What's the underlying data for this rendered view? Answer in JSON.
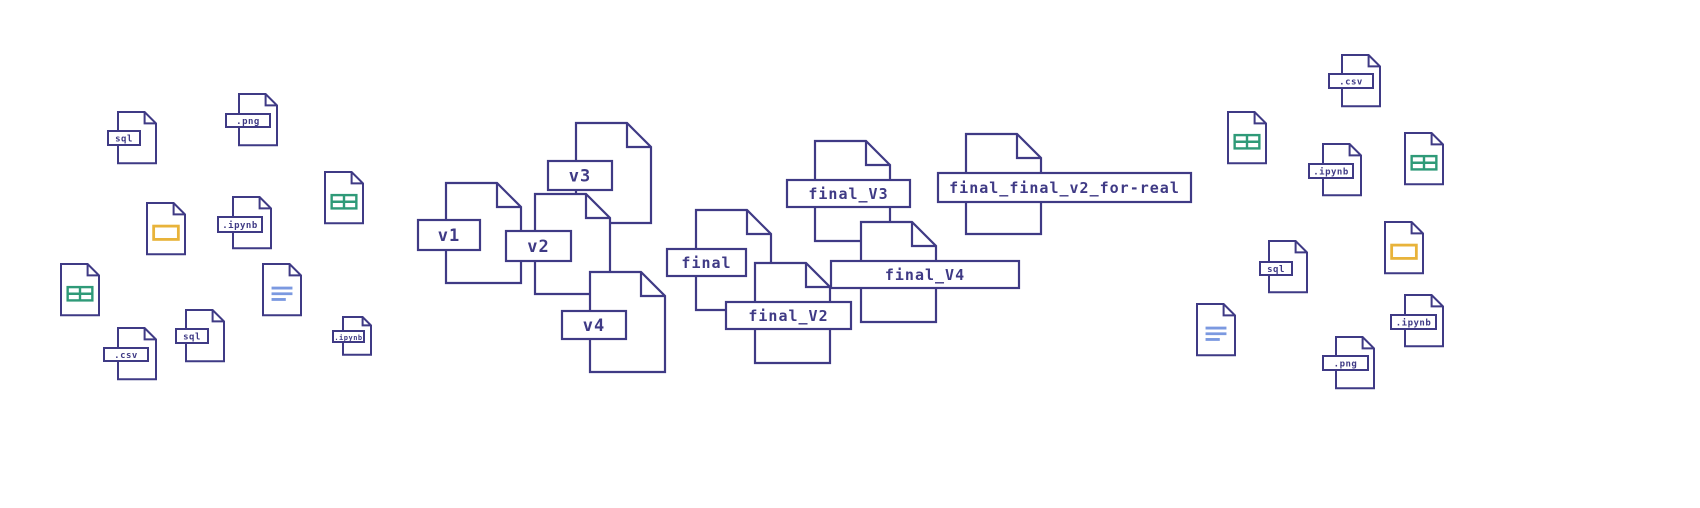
{
  "colors": {
    "outline": "#3f3a85",
    "green": "#2f9a78",
    "yellow": "#e8b33a",
    "blue": "#7b99e0",
    "background": "#ffffff"
  },
  "labels": {
    "sql": "sql",
    "png": ".png",
    "csv": ".csv",
    "ipynb": ".ipynb",
    "v1": "v1",
    "v2": "v2",
    "v3": "v3",
    "v4": "v4",
    "final": "final",
    "final_v2": "final_V2",
    "final_v3": "final_V3",
    "final_v4": "final_V4",
    "final_final": "final_final_v2_for-real"
  },
  "icons": {
    "spreadsheet": "spreadsheet-icon",
    "image": "image-icon",
    "document": "document-icon",
    "file": "file-icon"
  }
}
